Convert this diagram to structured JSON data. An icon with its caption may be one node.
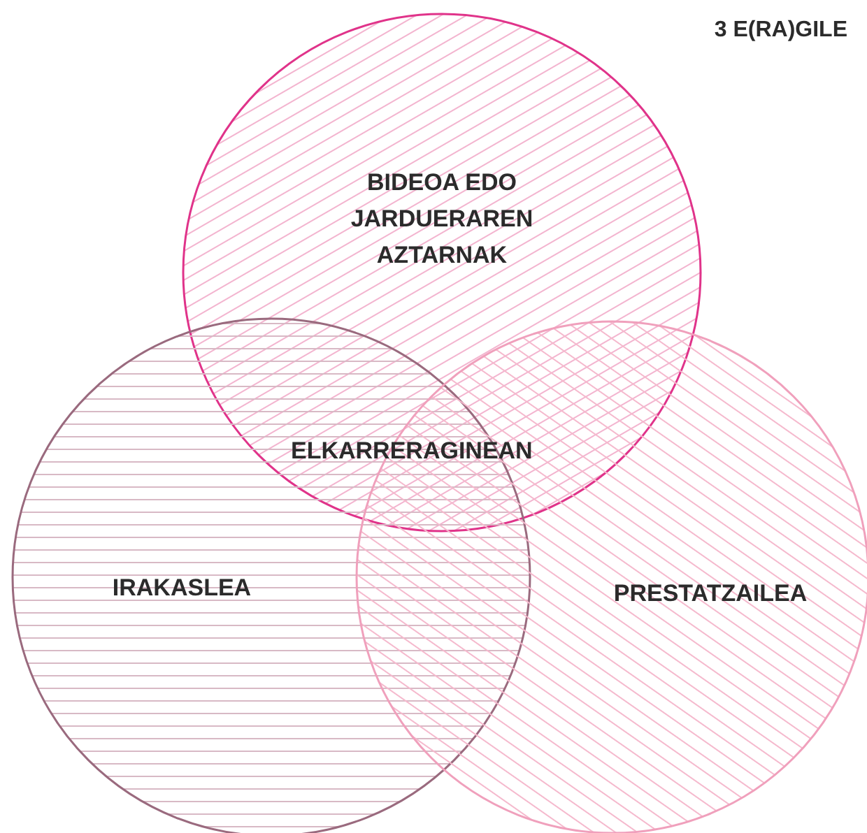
{
  "diagram": {
    "title": "3 E(RA)GILE",
    "nodes": [
      {
        "text": [
          "BIDEOA EDO JARDUERAREN AZTARNAK"
        ]
      },
      {
        "text": [
          "IRAKASLEA"
        ]
      },
      {
        "text": [
          "PRESTATZAILEA"
        ]
      }
    ],
    "labels": [
      "ELKARRERAGINEAN"
    ]
  }
}
